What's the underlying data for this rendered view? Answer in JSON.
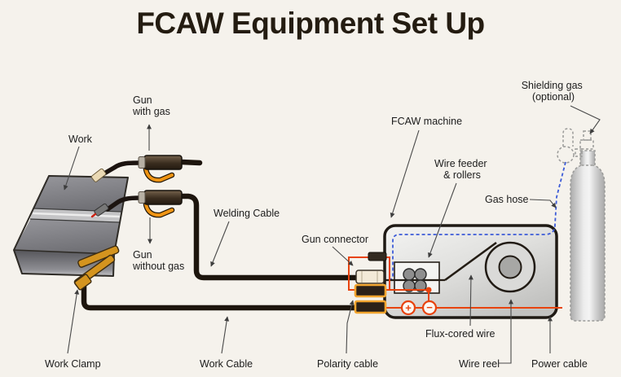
{
  "title": "FCAW Equipment Set Up",
  "labels": {
    "work": "Work",
    "gun_with_gas_1": "Gun",
    "gun_with_gas_2": "with gas",
    "gun_without_gas_1": "Gun",
    "gun_without_gas_2": "without gas",
    "welding_cable": "Welding Cable",
    "work_clamp": "Work Clamp",
    "work_cable": "Work Cable",
    "polarity_cable": "Polarity cable",
    "gun_connector": "Gun connector",
    "fcaw_machine": "FCAW machine",
    "wire_feeder_1": "Wire feeder",
    "wire_feeder_2": "& rollers",
    "gas_hose": "Gas hose",
    "shielding_gas_1": "Shielding gas",
    "shielding_gas_2": "(optional)",
    "flux_cored_wire": "Flux-cored wire",
    "wire_reel": "Wire reel",
    "power_cable": "Power cable",
    "polarity_positive": "+",
    "polarity_negative": "−"
  },
  "colors": {
    "background": "#f5f2ec",
    "title_text": "#241c11",
    "label_text": "#1c1c1c",
    "cable_dark": "#1d150d",
    "polarity_red": "#e8430e",
    "terminal_orange": "#f2a52f",
    "gas_hose_blue": "#3c5bd8",
    "clamp_gold": "#d4941f",
    "trigger_orange": "#ef9413",
    "machine_gray": "#dcdcda",
    "plate_gray": "#85858a"
  }
}
